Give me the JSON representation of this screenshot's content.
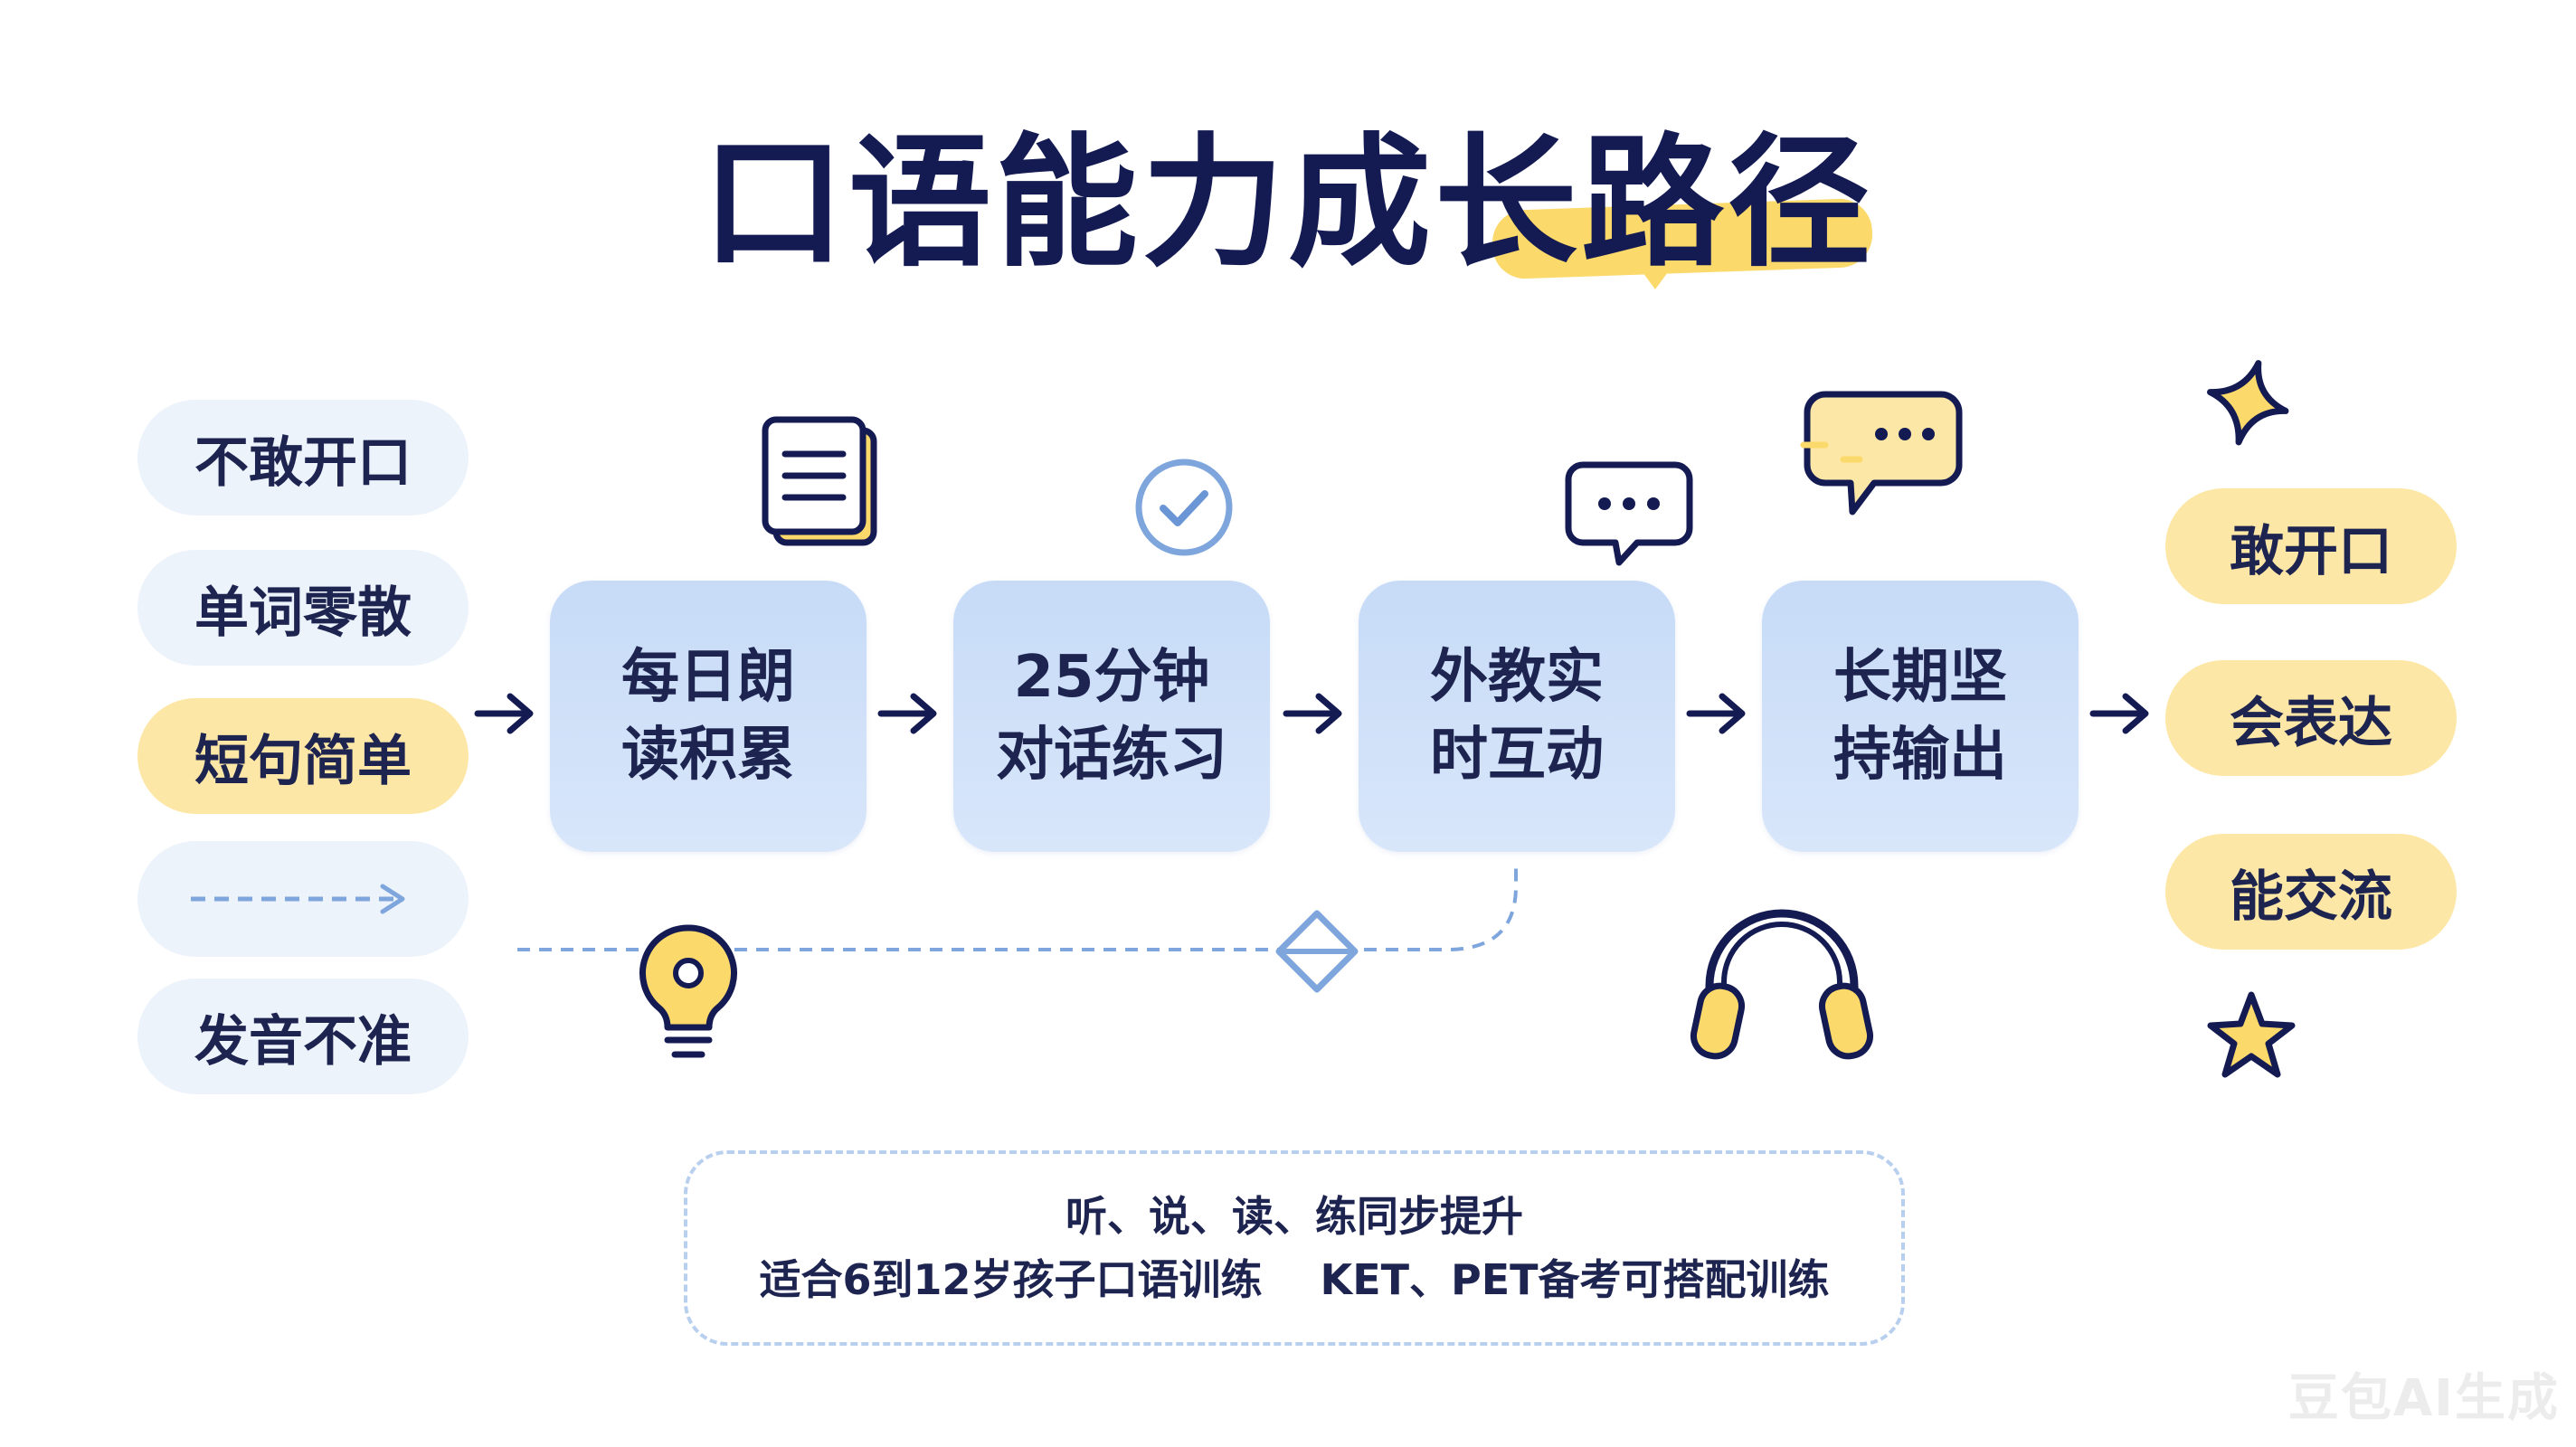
{
  "title": "口语能力成长路径",
  "left_items": [
    {
      "label": "不敢开口",
      "style": "blue"
    },
    {
      "label": "单词零散",
      "style": "blue"
    },
    {
      "label": "短句简单",
      "style": "yellow"
    },
    {
      "label": "",
      "style": "blue",
      "icon": "dashed-arrow-icon"
    },
    {
      "label": "发音不准",
      "style": "blue"
    }
  ],
  "steps": [
    {
      "label": "每日朗\n读积累",
      "icon": "document-icon"
    },
    {
      "label": "25分钟\n对话练习",
      "icon": "checkmark-circle-icon"
    },
    {
      "label": "外教实\n时互动",
      "icon": "chat-bubble-icon"
    },
    {
      "label": "长期坚\n持输出",
      "icon": "speech-bubble-icon"
    }
  ],
  "outcomes": [
    "敢开口",
    "会表达",
    "能交流"
  ],
  "note": {
    "line1": "听、说、读、练同步提升",
    "line2": "适合6到12岁孩子口语训练    KET、PET备考可搭配训练"
  },
  "decorations": [
    "lightbulb-icon",
    "diamond-icon",
    "headphones-icon",
    "star-icon",
    "star-icon"
  ],
  "watermark": "豆包AI生成",
  "colors": {
    "navy": "#141a52",
    "step_blue": "#c7dbf7",
    "pill_blue": "#edf3fb",
    "yellow": "#fde7a6",
    "accent_yellow": "#fbd96a",
    "dashed_blue": "#7ea6dd"
  }
}
